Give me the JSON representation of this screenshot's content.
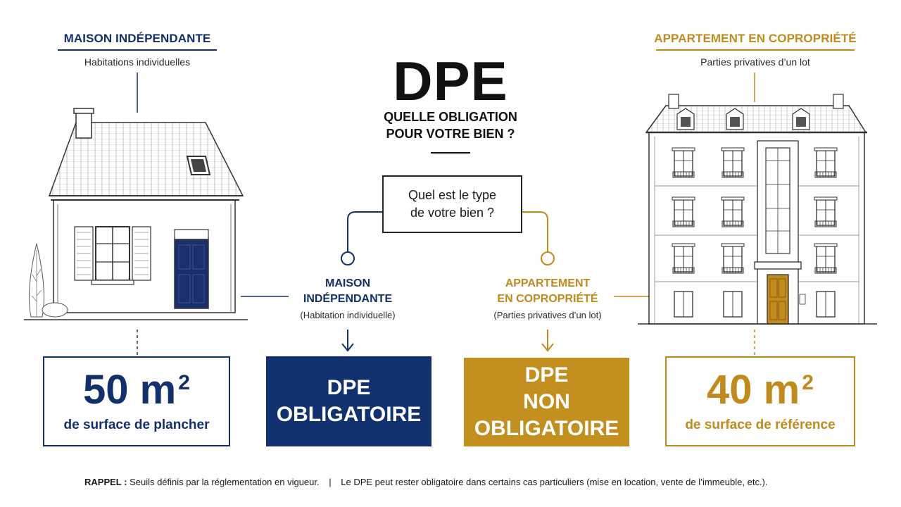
{
  "colors": {
    "navy": "#14306b",
    "gold": "#c08a1d"
  },
  "header": {
    "title": "DPE",
    "subtitle_line1": "QUELLE OBLIGATION",
    "subtitle_line2": "POUR VOTRE BIEN ?"
  },
  "left_panel": {
    "title": "MAISON INDÉPENDANTE",
    "subtitle": "Habitations individuelles",
    "illustration_icon": "house-icon"
  },
  "right_panel": {
    "title": "APPARTEMENT EN COPROPRIÉTÉ",
    "subtitle": "Parties privatives d’un lot",
    "illustration_icon": "apartment-building-icon"
  },
  "question": {
    "line1": "Quel est le type",
    "line2": "de votre bien ?"
  },
  "branches": {
    "left": {
      "title_line1": "MAISON",
      "title_line2": "INDÉPENDANTE",
      "sub": "(Habitation individuelle)"
    },
    "right": {
      "title_line1": "APPARTEMENT",
      "title_line2": "EN COPROPRIÉTÉ",
      "sub": "(Parties privatives d’un lot)"
    }
  },
  "boxes": {
    "left_value": {
      "number": "50 m",
      "exp": "2",
      "label": "de surface de plancher"
    },
    "center_left": {
      "line1": "DPE",
      "line2": "OBLIGATOIRE"
    },
    "center_right": {
      "line1": "DPE",
      "line2": "NON OBLIGATOIRE"
    },
    "right_value": {
      "number": "40 m",
      "exp": "2",
      "label": "de surface de référence"
    }
  },
  "footer": {
    "label": "RAPPEL :",
    "text1": "Seuils définis par la réglementation en vigueur.",
    "separator": "|",
    "text2": "Le DPE peut rester obligatoire dans certains cas particuliers (mise en location, vente de l’immeuble, etc.)."
  }
}
